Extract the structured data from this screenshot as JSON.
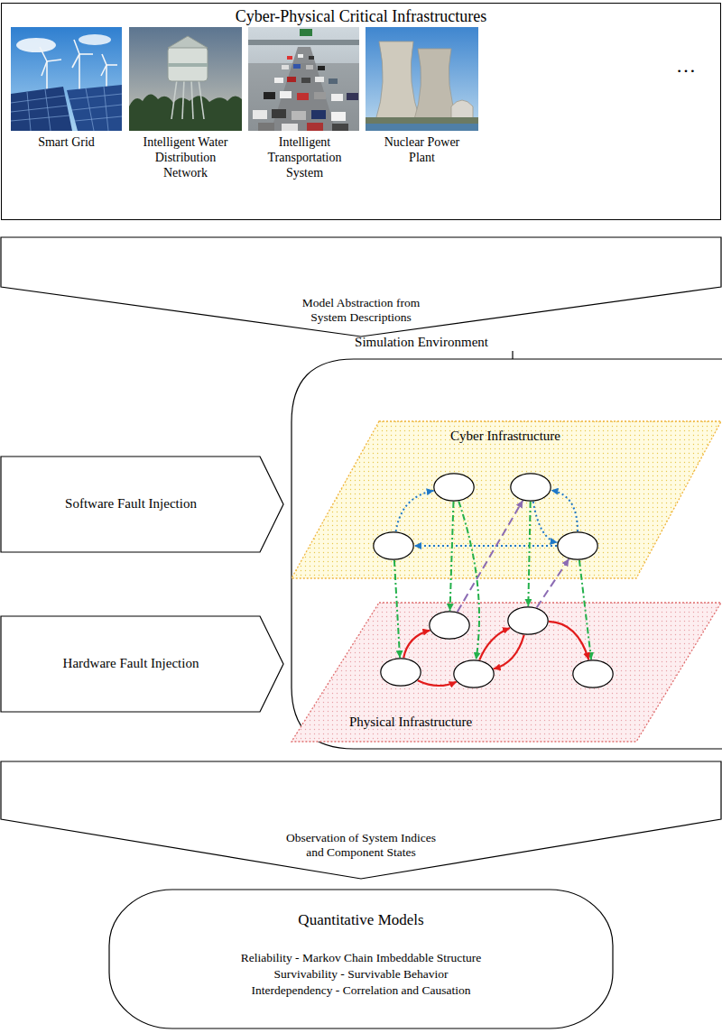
{
  "diagram": {
    "nodes": [
      {
        "text": [
          "Cyber-Physical Critical Infrastructures"
        ]
      },
      {
        "text": [
          "Model Abstraction from System Descriptions"
        ]
      },
      {
        "text": [
          "Simulation Environment"
        ]
      },
      {
        "text": [
          "Cyber Infrastructure"
        ],
        "in": 2
      },
      {
        "text": [],
        "in": 3
      },
      {
        "text": [],
        "in": 3
      },
      {
        "text": [],
        "in": 3
      },
      {
        "text": [],
        "in": 3
      },
      {
        "text": [
          "Physical Infrastructure"
        ],
        "in": 2
      },
      {
        "text": [],
        "in": 8
      },
      {
        "text": [],
        "in": 8
      },
      {
        "text": [],
        "in": 8
      },
      {
        "text": [],
        "in": 8
      },
      {
        "text": [],
        "in": 8
      },
      {
        "text": [
          "Software Fault Injection"
        ]
      },
      {
        "text": [
          "Hardware Fault Injection"
        ]
      },
      {
        "text": [
          "Observation of System Indices and Component States"
        ]
      },
      {
        "text": [
          "Quantitative Models",
          "Reliability - Markov Chain Imbeddable Structure",
          "Survivability - Survivable Behavior",
          "Interdependency - Correlation and Causation"
        ]
      }
    ],
    "edges": [
      {
        "from": 6,
        "to": 4,
        "arrow": "to"
      },
      {
        "from": 7,
        "to": 6,
        "arrow": "to"
      },
      {
        "from": 5,
        "to": 7,
        "arrow": "to"
      },
      {
        "from": 7,
        "to": 5,
        "arrow": "to"
      },
      {
        "from": 6,
        "to": 11,
        "arrow": "to"
      },
      {
        "from": 4,
        "to": 9,
        "arrow": "to"
      },
      {
        "from": 4,
        "to": 12,
        "arrow": "to"
      },
      {
        "from": 5,
        "to": 10,
        "arrow": "to"
      },
      {
        "from": 7,
        "to": 13,
        "arrow": "to"
      },
      {
        "from": 9,
        "to": 5,
        "arrow": "to"
      },
      {
        "from": 10,
        "to": 7,
        "arrow": "to"
      },
      {
        "from": 11,
        "to": 9,
        "arrow": "to"
      },
      {
        "from": 11,
        "to": 12,
        "arrow": "to"
      },
      {
        "from": 12,
        "to": 10,
        "arrow": "to"
      },
      {
        "from": 10,
        "to": 12,
        "arrow": "to"
      },
      {
        "from": 10,
        "to": 13,
        "arrow": "to"
      }
    ],
    "labels": [
      "Smart Grid",
      "Intelligent Water Distribution Network",
      "Intelligent Transportation System",
      "Nuclear Power Plant",
      "…"
    ]
  }
}
